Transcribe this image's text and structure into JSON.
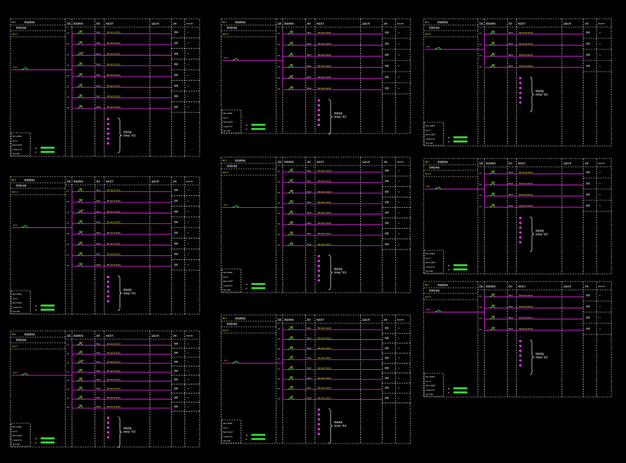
{
  "header": {
    "cols": [
      "回路",
      "断路器规格",
      "相序",
      "电缆型号",
      "设备名称",
      "功率",
      "Pe(kW)"
    ],
    "panel_id": "AL1",
    "panel_name": "照明配电箱"
  },
  "summary_labels": [
    "Pe=10kW",
    "Kx=1",
    "Pjs=10kW",
    "cosφ=0.8",
    "Ijs=19A"
  ],
  "bracket_note": [
    "预留回路",
    "具体由厂家定"
  ],
  "panels": [
    {
      "id": "AL1-1",
      "rows": [
        "L1",
        "L2",
        "L3",
        "L1",
        "L2",
        "L3",
        "L1",
        "L2"
      ],
      "breakers": [
        "16A",
        "16A",
        "C16A",
        "16A",
        "16A",
        "16A",
        "16A",
        "16A"
      ],
      "phase_tags": [
        "WL1",
        "WL2",
        "WL3",
        "WL4",
        "WL5",
        "WL6",
        "WL7",
        "WL8"
      ]
    },
    {
      "id": "AL1-2",
      "rows": [
        "L1",
        "L2",
        "L3",
        "L1",
        "L2",
        "L3",
        "L1",
        "L2"
      ],
      "breakers": [
        "16A",
        "16A",
        "C16A",
        "16A",
        "16A",
        "16A",
        "16A",
        "16A"
      ],
      "phase_tags": [
        "WL1",
        "WL2",
        "WL3",
        "WL4",
        "WL5",
        "WL6",
        "WL7",
        "WL8"
      ]
    },
    {
      "id": "AL1-3",
      "rows": [
        "L1",
        "L2",
        "L3",
        "L1",
        "L2",
        "L3",
        "L1",
        "L2"
      ],
      "breakers": [
        "16A",
        "16A",
        "C16A",
        "16A",
        "16A",
        "16A",
        "16A",
        "16A"
      ],
      "phase_tags": [
        "WL1",
        "WL2",
        "WL3",
        "WL4",
        "WL5",
        "WL6",
        "WL7",
        "WL8"
      ]
    },
    {
      "id": "AL2-1",
      "rows": [
        "L1",
        "L2",
        "L3",
        "L1",
        "L2",
        "L3"
      ],
      "breakers": [
        "16A",
        "16A",
        "16A",
        "16A",
        "16A",
        "16A"
      ],
      "phase_tags": [
        "WL1",
        "WL2",
        "WL3",
        "WL4",
        "WL5",
        "WL6"
      ]
    },
    {
      "id": "AL2-2",
      "rows": [
        "L1",
        "L2",
        "L3",
        "L1",
        "L2",
        "L3",
        "L1",
        "L2"
      ],
      "breakers": [
        "16A",
        "16A",
        "16A",
        "16A",
        "16A",
        "16A",
        "16A",
        "16A"
      ],
      "phase_tags": [
        "WL1",
        "WL2",
        "WL3",
        "WL4",
        "WL5",
        "WL6",
        "WL7",
        "WL8"
      ]
    },
    {
      "id": "AL2-3",
      "rows": [
        "L1",
        "L2",
        "L3",
        "L1",
        "L2",
        "L3",
        "L1",
        "L2"
      ],
      "breakers": [
        "16A",
        "16A",
        "16A",
        "16A",
        "16A",
        "16A",
        "16A",
        "16A"
      ],
      "phase_tags": [
        "WL1",
        "WL2",
        "WL3",
        "WL4",
        "WL5",
        "WL6",
        "WL7",
        "WL8"
      ]
    },
    {
      "id": "AL3-1",
      "rows": [
        "L1",
        "L2",
        "L3",
        "L1"
      ],
      "breakers": [
        "20A",
        "16A",
        "16A",
        "16A"
      ],
      "phase_tags": [
        "WL1",
        "WL2",
        "WL3",
        "WL4"
      ]
    },
    {
      "id": "AL3-2",
      "rows": [
        "L1",
        "L2",
        "L3",
        "L1"
      ],
      "breakers": [
        "20A",
        "16A",
        "16A",
        "16A"
      ],
      "phase_tags": [
        "WL1",
        "WL2",
        "WL3",
        "WL4"
      ]
    },
    {
      "id": "AL3-3",
      "rows": [
        "L1",
        "L2",
        "L3",
        "L1"
      ],
      "breakers": [
        "20A",
        "16A",
        "16A",
        "16A"
      ],
      "phase_tags": [
        "WL1",
        "WL2",
        "WL3",
        "WL4"
      ]
    }
  ],
  "colors": {
    "frame": "#ffffff",
    "bus": "#e020e0",
    "text_yellow": "#ffff33",
    "text_green": "#33ff33",
    "text_white": "#f0f0f0",
    "dot": "#ff33ff",
    "legend_green": "#33cc33"
  }
}
